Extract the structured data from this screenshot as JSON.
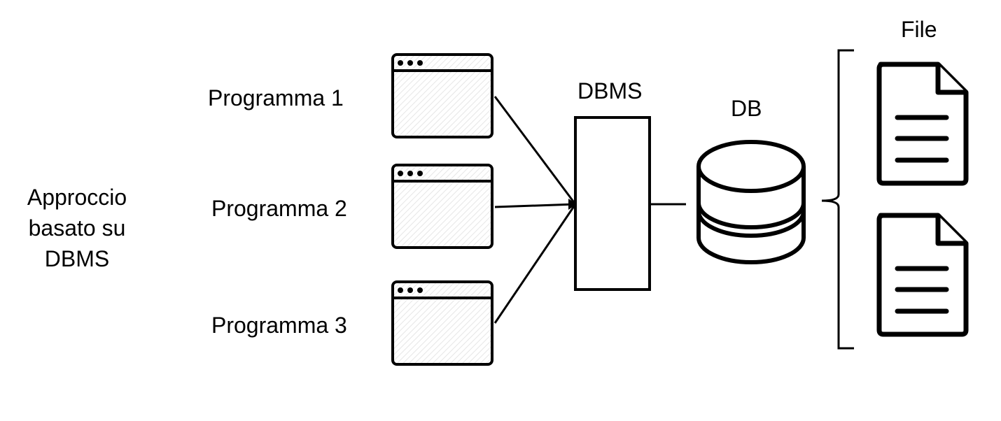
{
  "approach_label_lines": [
    "Approccio",
    "basato su",
    "DBMS"
  ],
  "programs": [
    {
      "label": "Programma 1",
      "icon": "program-window-icon"
    },
    {
      "label": "Programma 2",
      "icon": "program-window-icon"
    },
    {
      "label": "Programma 3",
      "icon": "program-window-icon"
    }
  ],
  "dbms_label": "DBMS",
  "db_label": "DB",
  "db_icon": "database-cylinder-icon",
  "files_label": "File",
  "file_icon": "document-file-icon"
}
